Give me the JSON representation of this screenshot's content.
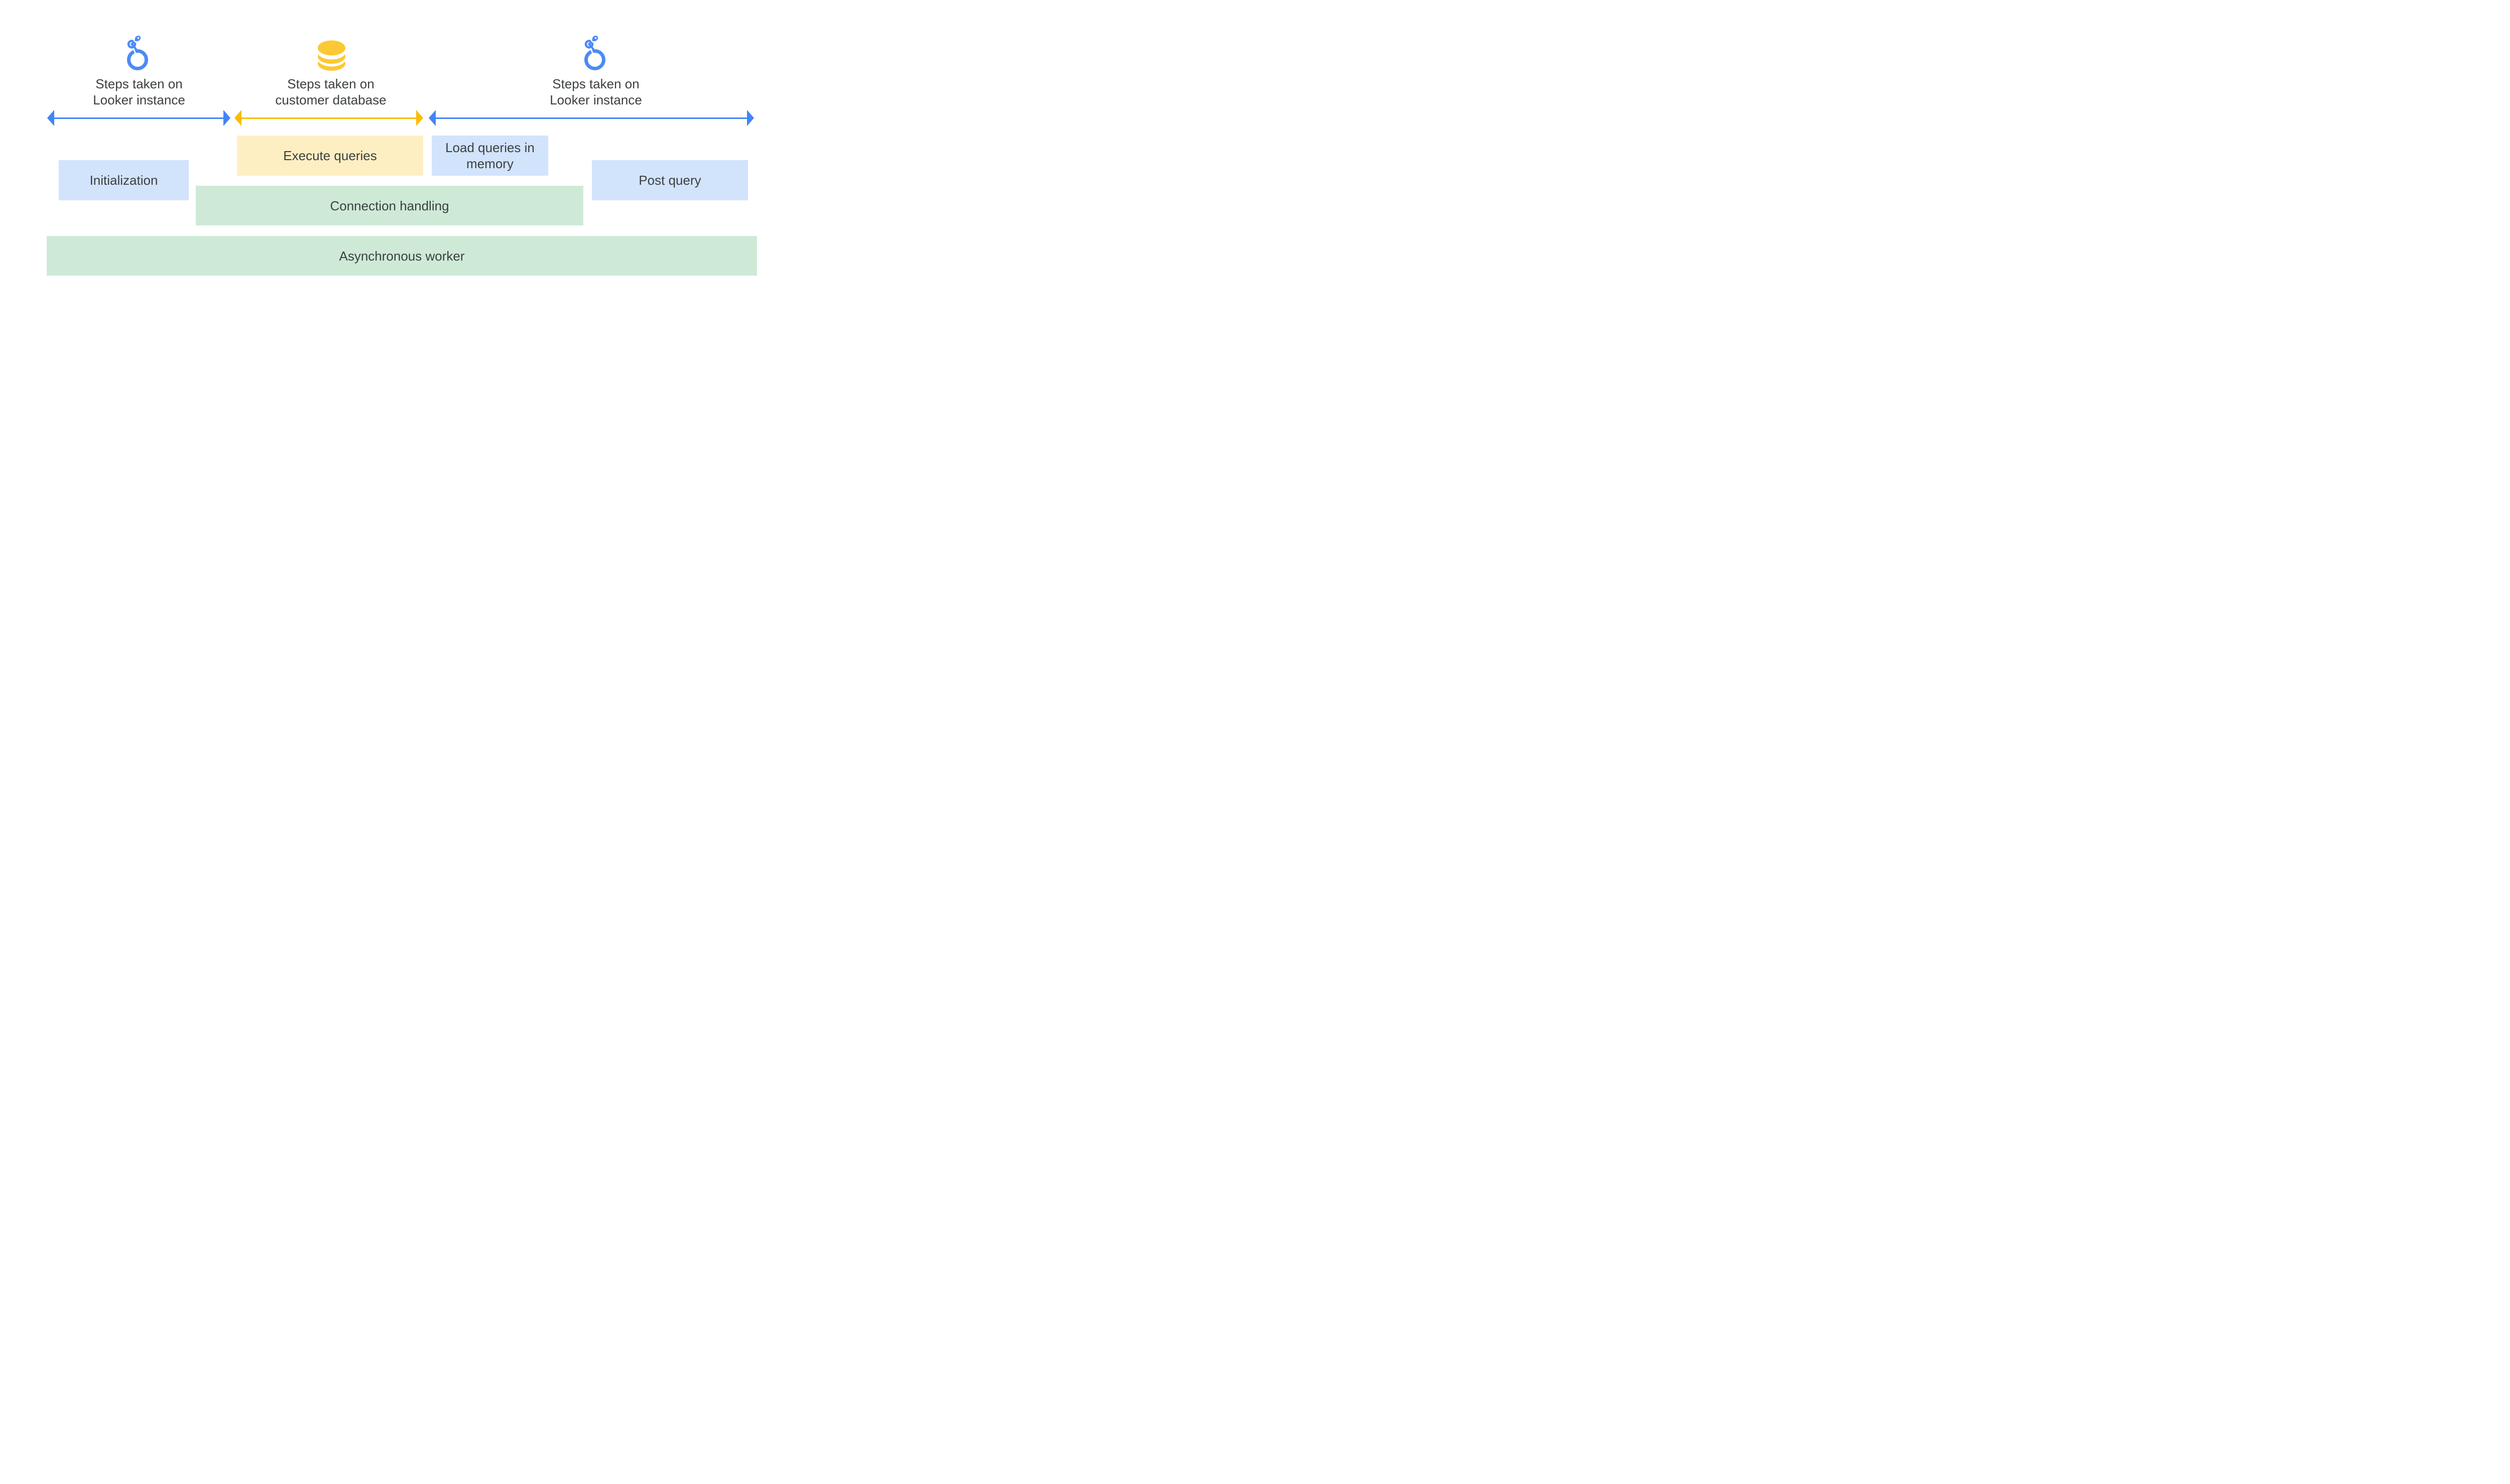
{
  "palette": {
    "looker_blue": "#4285F4",
    "logo_blue": "#4C8BF5",
    "arrow_yellow": "#FBBC04",
    "database_yellow": "#FCC934",
    "light_blue_box": "#D2E3FC",
    "light_yellow_box": "#FEEFC3",
    "light_green_box": "#CEEAD6",
    "text_gray": "#3C4043",
    "background": "#FFFFFF"
  },
  "sections": [
    {
      "id": "looker-left",
      "icon": "looker-logo-icon",
      "label_line1": "Steps taken on",
      "label_line2": "Looker instance",
      "arrow_color": "#4285F4"
    },
    {
      "id": "customer-database",
      "icon": "database-icon",
      "label_line1": "Steps taken on",
      "label_line2": "customer database",
      "arrow_color": "#FBBC04"
    },
    {
      "id": "looker-right",
      "icon": "looker-logo-icon",
      "label_line1": "Steps taken on",
      "label_line2": "Looker instance",
      "arrow_color": "#4285F4"
    }
  ],
  "boxes": {
    "initialization": {
      "label": "Initialization",
      "color": "#D2E3FC"
    },
    "execute_queries": {
      "label": "Execute queries",
      "color": "#FEEFC3"
    },
    "load_queries": {
      "label_line1": "Load queries in",
      "label_line2": "memory",
      "color": "#D2E3FC"
    },
    "post_query": {
      "label": "Post query",
      "color": "#D2E3FC"
    },
    "connection_handling": {
      "label": "Connection handling",
      "color": "#CEEAD6"
    },
    "asynchronous_worker": {
      "label": "Asynchronous worker",
      "color": "#CEEAD6"
    }
  }
}
